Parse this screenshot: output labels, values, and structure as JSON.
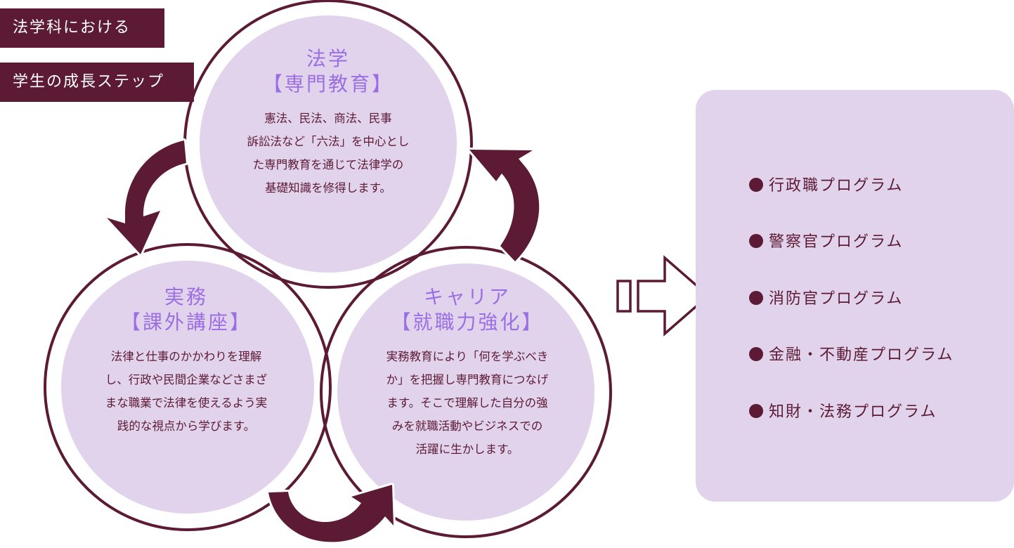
{
  "header": {
    "line1": "法学科における",
    "line2": "学生の成長ステップ"
  },
  "colors": {
    "primary": "#5c1a35",
    "circle_fill": "#e2d3ec",
    "title_purple": "#9b6fe4"
  },
  "circles": [
    {
      "id": "law",
      "title": "法学",
      "subtitle": "【専門教育】",
      "lines": [
        "憲法、民法、商法、民事",
        "訴訟法など「六法」を中心とし",
        "た専門教育を通じて法律学の",
        "基礎知識を修得します。"
      ]
    },
    {
      "id": "practice",
      "title": "実務",
      "subtitle": "【課外講座】",
      "lines": [
        "法律と仕事のかかわりを理解",
        "し、行政や民間企業などさまざ",
        "まな職業で法律を使えるよう実",
        "践的な視点から学びます。"
      ]
    },
    {
      "id": "career",
      "title": "キャリア",
      "subtitle": "【就職力強化】",
      "lines": [
        "実務教育により「何を学ぶべき",
        "か」を把握し専門教育につなげ",
        "ます。そこで理解した自分の強",
        "みを就職活動やビジネスでの",
        "活躍に生かします。"
      ]
    }
  ],
  "programs": [
    "行政職プログラム",
    "警察官プログラム",
    "消防官プログラム",
    "金融・不動産プログラム",
    "知財・法務プログラム"
  ]
}
